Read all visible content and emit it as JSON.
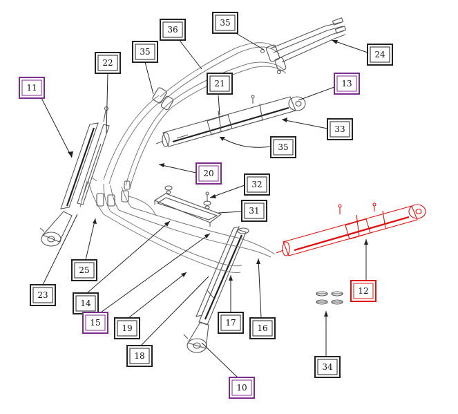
{
  "colors": {
    "default_box": "#222222",
    "purple_box": "#7b2d8e",
    "red_box": "#e01010",
    "line": "#555555",
    "highlight": "#e01010"
  },
  "callouts": [
    {
      "id": "c10",
      "label": "10",
      "style": "purple"
    },
    {
      "id": "c11",
      "label": "11",
      "style": "purple"
    },
    {
      "id": "c12",
      "label": "12",
      "style": "red"
    },
    {
      "id": "c13",
      "label": "13",
      "style": "purple"
    },
    {
      "id": "c14",
      "label": "14",
      "style": "default"
    },
    {
      "id": "c15",
      "label": "15",
      "style": "purple"
    },
    {
      "id": "c16",
      "label": "16",
      "style": "default"
    },
    {
      "id": "c17",
      "label": "17",
      "style": "default"
    },
    {
      "id": "c18",
      "label": "18",
      "style": "default"
    },
    {
      "id": "c19",
      "label": "19",
      "style": "default"
    },
    {
      "id": "c20",
      "label": "20",
      "style": "purple"
    },
    {
      "id": "c21",
      "label": "21",
      "style": "default"
    },
    {
      "id": "c22",
      "label": "22",
      "style": "default"
    },
    {
      "id": "c23",
      "label": "23",
      "style": "default"
    },
    {
      "id": "c24",
      "label": "24",
      "style": "default"
    },
    {
      "id": "c25",
      "label": "25",
      "style": "default"
    },
    {
      "id": "c31",
      "label": "31",
      "style": "default"
    },
    {
      "id": "c32",
      "label": "32",
      "style": "default"
    },
    {
      "id": "c33",
      "label": "33",
      "style": "default"
    },
    {
      "id": "c34",
      "label": "34",
      "style": "default"
    },
    {
      "id": "c35a",
      "label": "35",
      "style": "default"
    },
    {
      "id": "c35b",
      "label": "35",
      "style": "default"
    },
    {
      "id": "c35c",
      "label": "35",
      "style": "default"
    },
    {
      "id": "c36",
      "label": "36",
      "style": "default"
    }
  ]
}
